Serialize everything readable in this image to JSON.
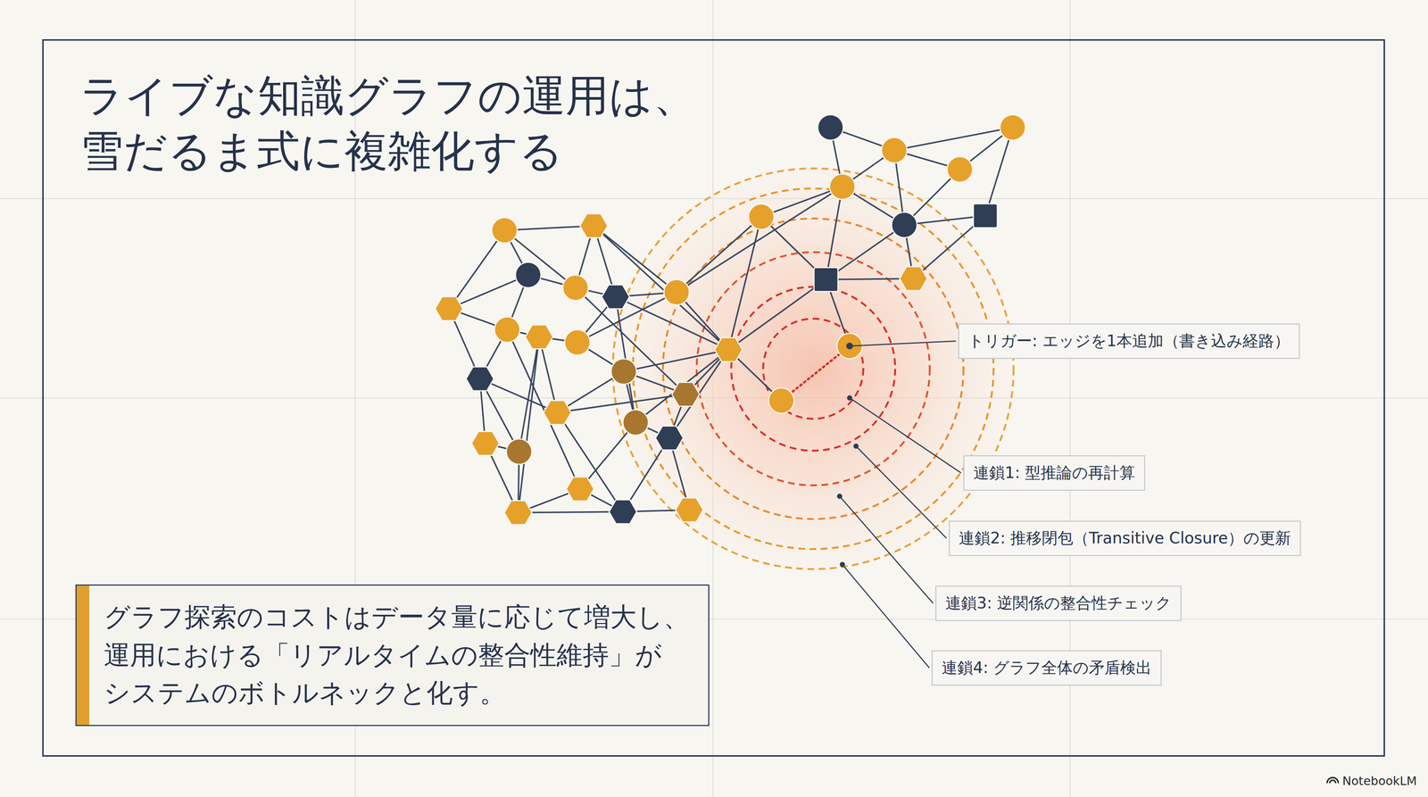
{
  "diagram": {
    "title": "ライブな知識グラフの運用は、 雪だるま式に複雑化する",
    "nodes": [
      {
        "text": [
          "トリガー: エッジを1本追加（書き込み経路）"
        ]
      },
      {
        "text": [
          "連鎖1: 型推論の再計算"
        ]
      },
      {
        "text": [
          "連鎖2: 推移閉包（Transitive Closure）の更新"
        ]
      },
      {
        "text": [
          "連鎖3: 逆関係の整合性チェック"
        ]
      },
      {
        "text": [
          "連鎖4: グラフ全体の矛盾検出"
        ]
      },
      {
        "text": [
          "グラフ探索のコストはデータ量に応じて増大し、 運用における「リアルタイムの整合性維持」が システムのボトルネックと化す。"
        ]
      }
    ],
    "labels": [
      "NotebookLM"
    ]
  }
}
